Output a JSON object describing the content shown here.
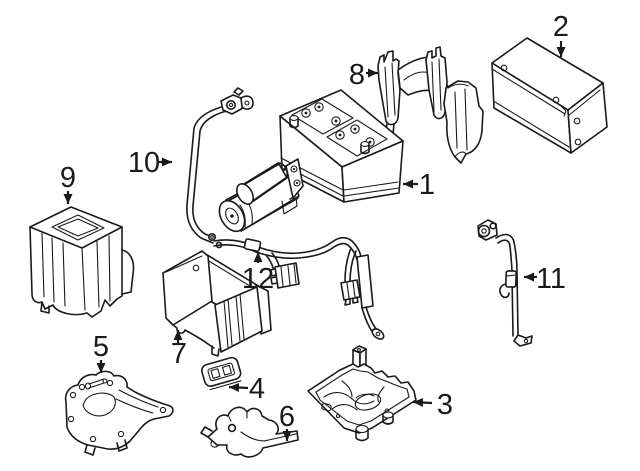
{
  "diagram": {
    "kind": "exploded-parts-line-diagram",
    "background_color": "#ffffff",
    "line_color": "#1a1a1a",
    "callouts": [
      {
        "label": "1",
        "arrow_direction": "left"
      },
      {
        "label": "2",
        "arrow_direction": "down"
      },
      {
        "label": "3",
        "arrow_direction": "left"
      },
      {
        "label": "4",
        "arrow_direction": "left"
      },
      {
        "label": "5",
        "arrow_direction": "down"
      },
      {
        "label": "6",
        "arrow_direction": "down"
      },
      {
        "label": "7",
        "arrow_direction": "up"
      },
      {
        "label": "8",
        "arrow_direction": "right"
      },
      {
        "label": "9",
        "arrow_direction": "down"
      },
      {
        "label": "10",
        "arrow_direction": "right"
      },
      {
        "label": "11",
        "arrow_direction": "left"
      },
      {
        "label": "12",
        "arrow_direction": "up"
      }
    ]
  }
}
